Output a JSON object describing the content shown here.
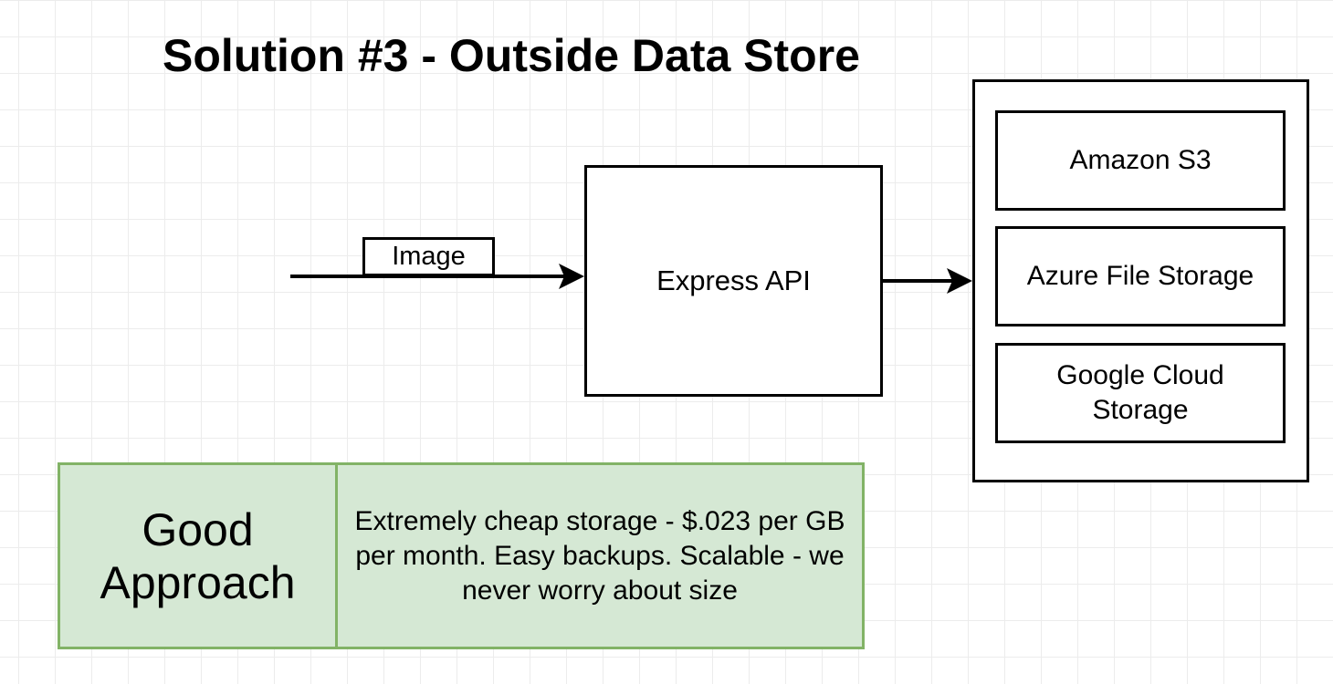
{
  "title": "Solution #3 - Outside Data Store",
  "flow": {
    "input_label": "Image",
    "server_label": "Express API"
  },
  "storage": {
    "items": [
      {
        "label": "Amazon S3"
      },
      {
        "label": "Azure File Storage"
      },
      {
        "label": "Google Cloud Storage"
      }
    ]
  },
  "approach": {
    "rating": "Good Approach",
    "description": "Extremely cheap storage - $.023 per GB per month.  Easy backups. Scalable - we never worry about size"
  },
  "colors": {
    "approach_fill": "#d5e8d4",
    "approach_border": "#82b366",
    "grid": "#ececec"
  }
}
